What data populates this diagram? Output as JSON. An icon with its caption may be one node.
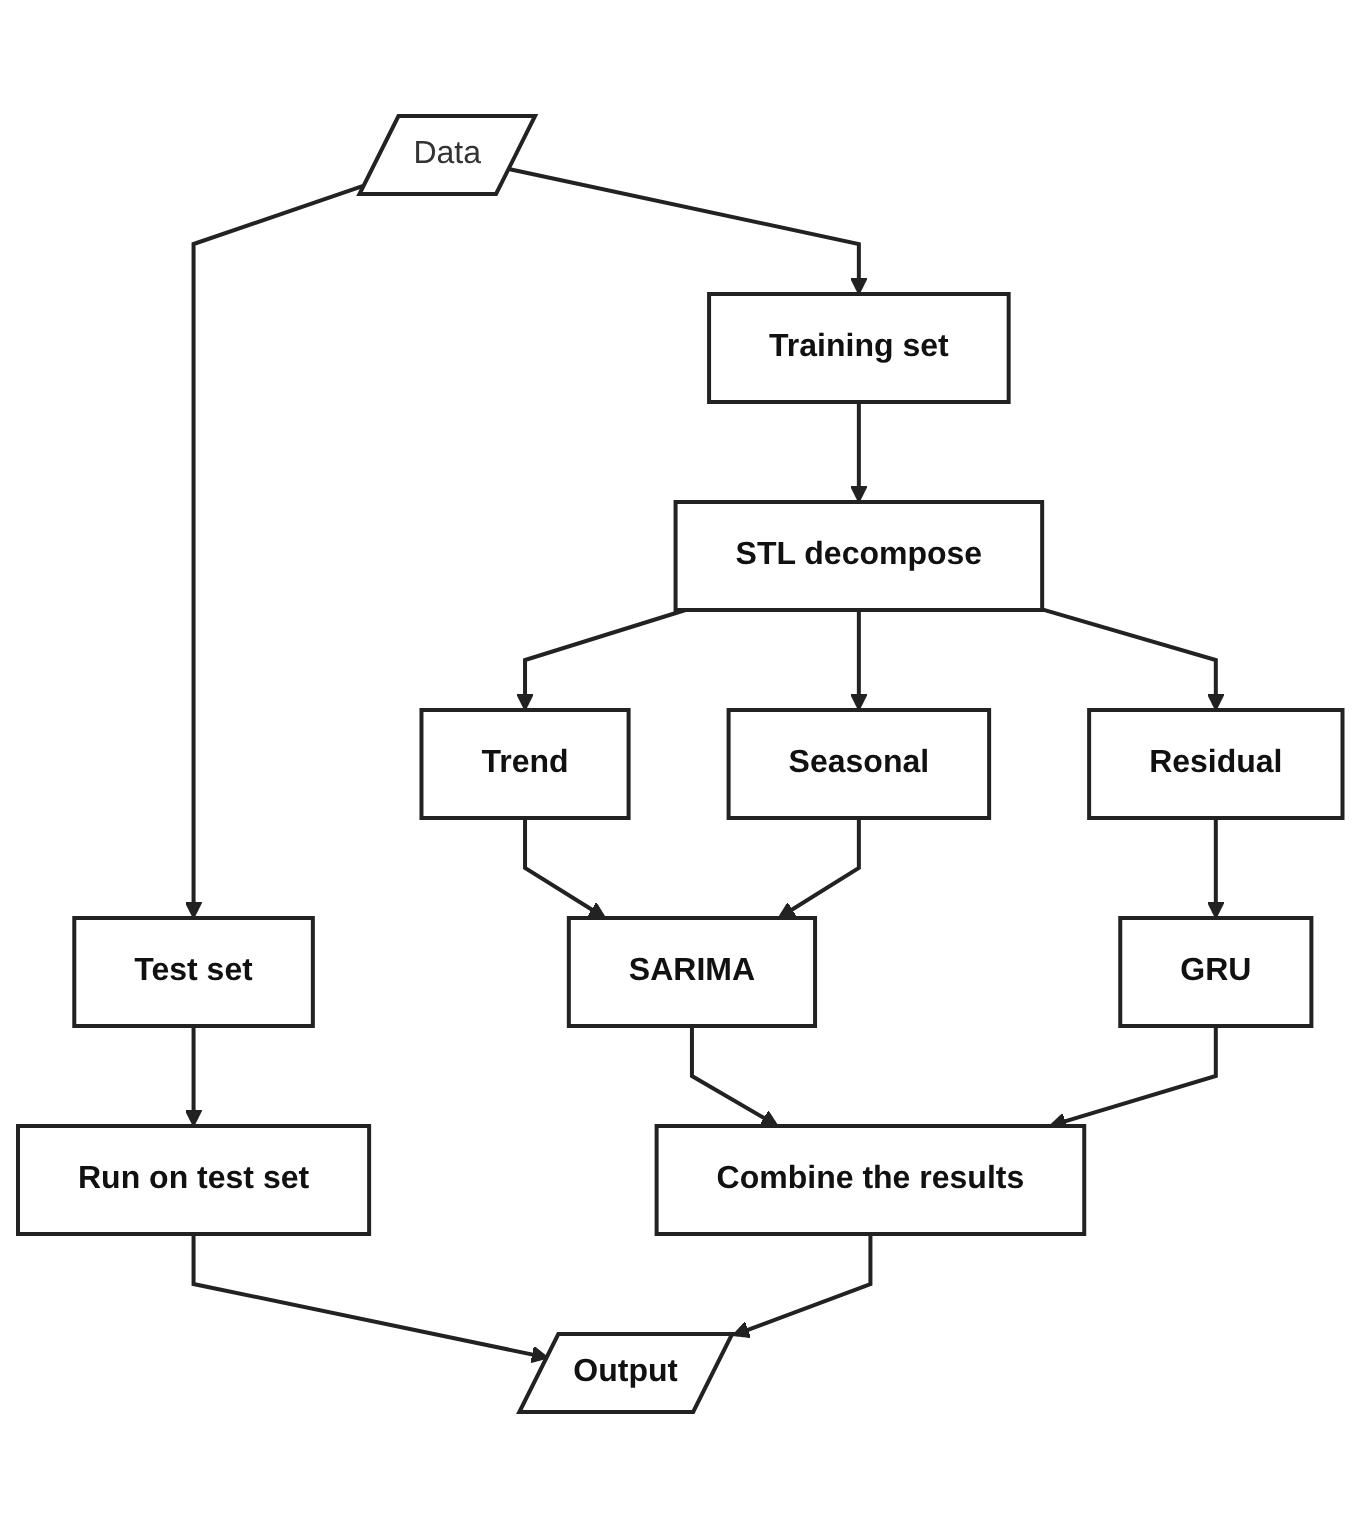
{
  "diagram": {
    "nodes": [
      {
        "text": [
          "Data"
        ]
      },
      {
        "text": [
          "Training set"
        ]
      },
      {
        "text": [
          "Test set"
        ]
      },
      {
        "text": [
          "STL decompose"
        ]
      },
      {
        "text": [
          "Trend"
        ]
      },
      {
        "text": [
          "Seasonal"
        ]
      },
      {
        "text": [
          "Residual"
        ]
      },
      {
        "text": [
          "SARIMA"
        ]
      },
      {
        "text": [
          "GRU"
        ]
      },
      {
        "text": [
          "Run on test set"
        ]
      },
      {
        "text": [
          "Combine the results"
        ]
      },
      {
        "text": [
          "Output"
        ]
      }
    ],
    "edges": [
      {
        "from": 0,
        "to": 1,
        "arrow": "to"
      },
      {
        "from": 0,
        "to": 2,
        "arrow": "to"
      },
      {
        "from": 1,
        "to": 3,
        "arrow": "to"
      },
      {
        "from": 3,
        "to": 4,
        "arrow": "to"
      },
      {
        "from": 3,
        "to": 5,
        "arrow": "to"
      },
      {
        "from": 3,
        "to": 6,
        "arrow": "to"
      },
      {
        "from": 4,
        "to": 7,
        "arrow": "to"
      },
      {
        "from": 5,
        "to": 7,
        "arrow": "to"
      },
      {
        "from": 6,
        "to": 8,
        "arrow": "to"
      },
      {
        "from": 7,
        "to": 10,
        "arrow": "to"
      },
      {
        "from": 8,
        "to": 10,
        "arrow": "to"
      },
      {
        "from": 2,
        "to": 9,
        "arrow": "to"
      },
      {
        "from": 9,
        "to": 11,
        "arrow": "to"
      },
      {
        "from": 10,
        "to": 11,
        "arrow": "to"
      }
    ]
  }
}
